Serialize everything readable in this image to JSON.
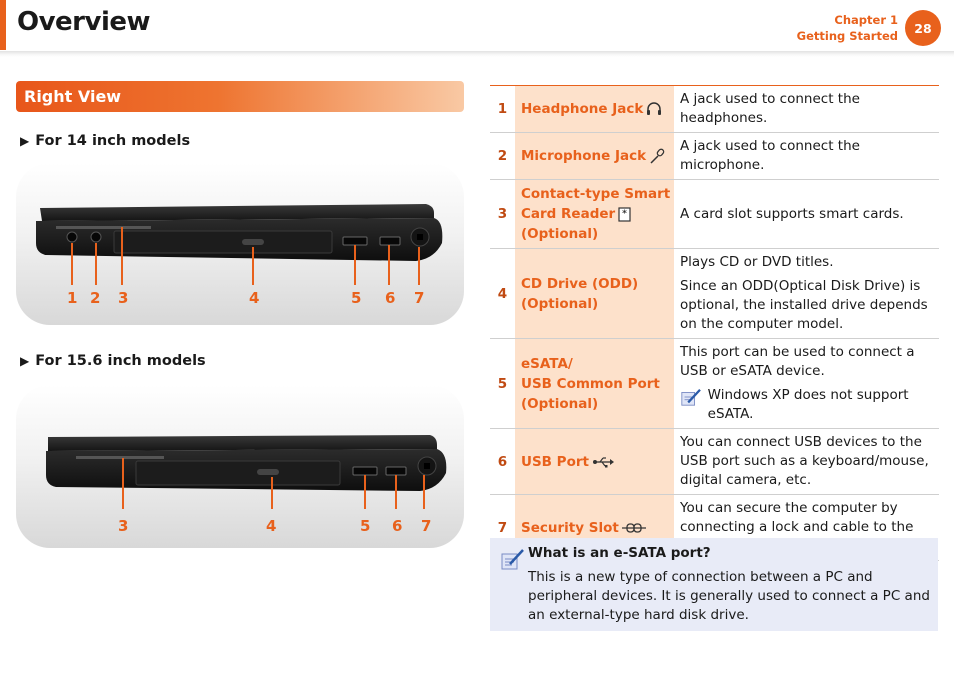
{
  "header": {
    "title": "Overview",
    "chapter": "Chapter 1",
    "chapter_name": "Getting Started",
    "page_number": "28"
  },
  "section": {
    "title": "Right View"
  },
  "models": [
    {
      "label": "For 14 inch models",
      "callouts": [
        "1",
        "2",
        "3",
        "4",
        "5",
        "6",
        "7"
      ]
    },
    {
      "label": "For 15.6 inch models",
      "callouts": [
        "3",
        "4",
        "5",
        "6",
        "7"
      ]
    }
  ],
  "ports": [
    {
      "num": "1",
      "name": "Headphone Jack",
      "icon": "headphone-icon",
      "desc": [
        "A jack used to connect the headphones."
      ]
    },
    {
      "num": "2",
      "name": "Microphone Jack",
      "icon": "microphone-icon",
      "desc": [
        "A jack used to connect the microphone."
      ]
    },
    {
      "num": "3",
      "name_lines": [
        "Contact-type Smart",
        "Card Reader",
        "(Optional)"
      ],
      "icon": "asterisk-note-icon",
      "desc": [
        "A card slot supports smart cards."
      ]
    },
    {
      "num": "4",
      "name_lines": [
        "CD Drive (ODD)",
        "(Optional)"
      ],
      "desc": [
        "Plays CD or DVD titles.",
        "Since an ODD(Optical Disk Drive) is optional, the installed drive depends on the computer model."
      ]
    },
    {
      "num": "5",
      "name_lines": [
        "eSATA/",
        "USB Common Port",
        "(Optional)"
      ],
      "desc": [
        "This port can be used to connect a USB or eSATA device."
      ],
      "note": "Windows XP does not support eSATA."
    },
    {
      "num": "6",
      "name": "USB Port",
      "icon": "usb-icon",
      "desc": [
        "You can connect USB devices to the USB port such as a keyboard/mouse, digital camera, etc."
      ]
    },
    {
      "num": "7",
      "name": "Security Slot",
      "icon": "lock-slot-icon",
      "desc": [
        "You can secure the computer by connecting a lock and cable to the Security Slot."
      ]
    }
  ],
  "note": {
    "title": "What is an e-SATA port?",
    "body": "This is a new type of connection between a PC and peripheral devices. It is generally used to connect a PC and an external-type hard disk drive."
  },
  "colors": {
    "accent": "#e8611c",
    "name_cell": "#fde1cb",
    "note_bg": "#e8ebf7"
  }
}
